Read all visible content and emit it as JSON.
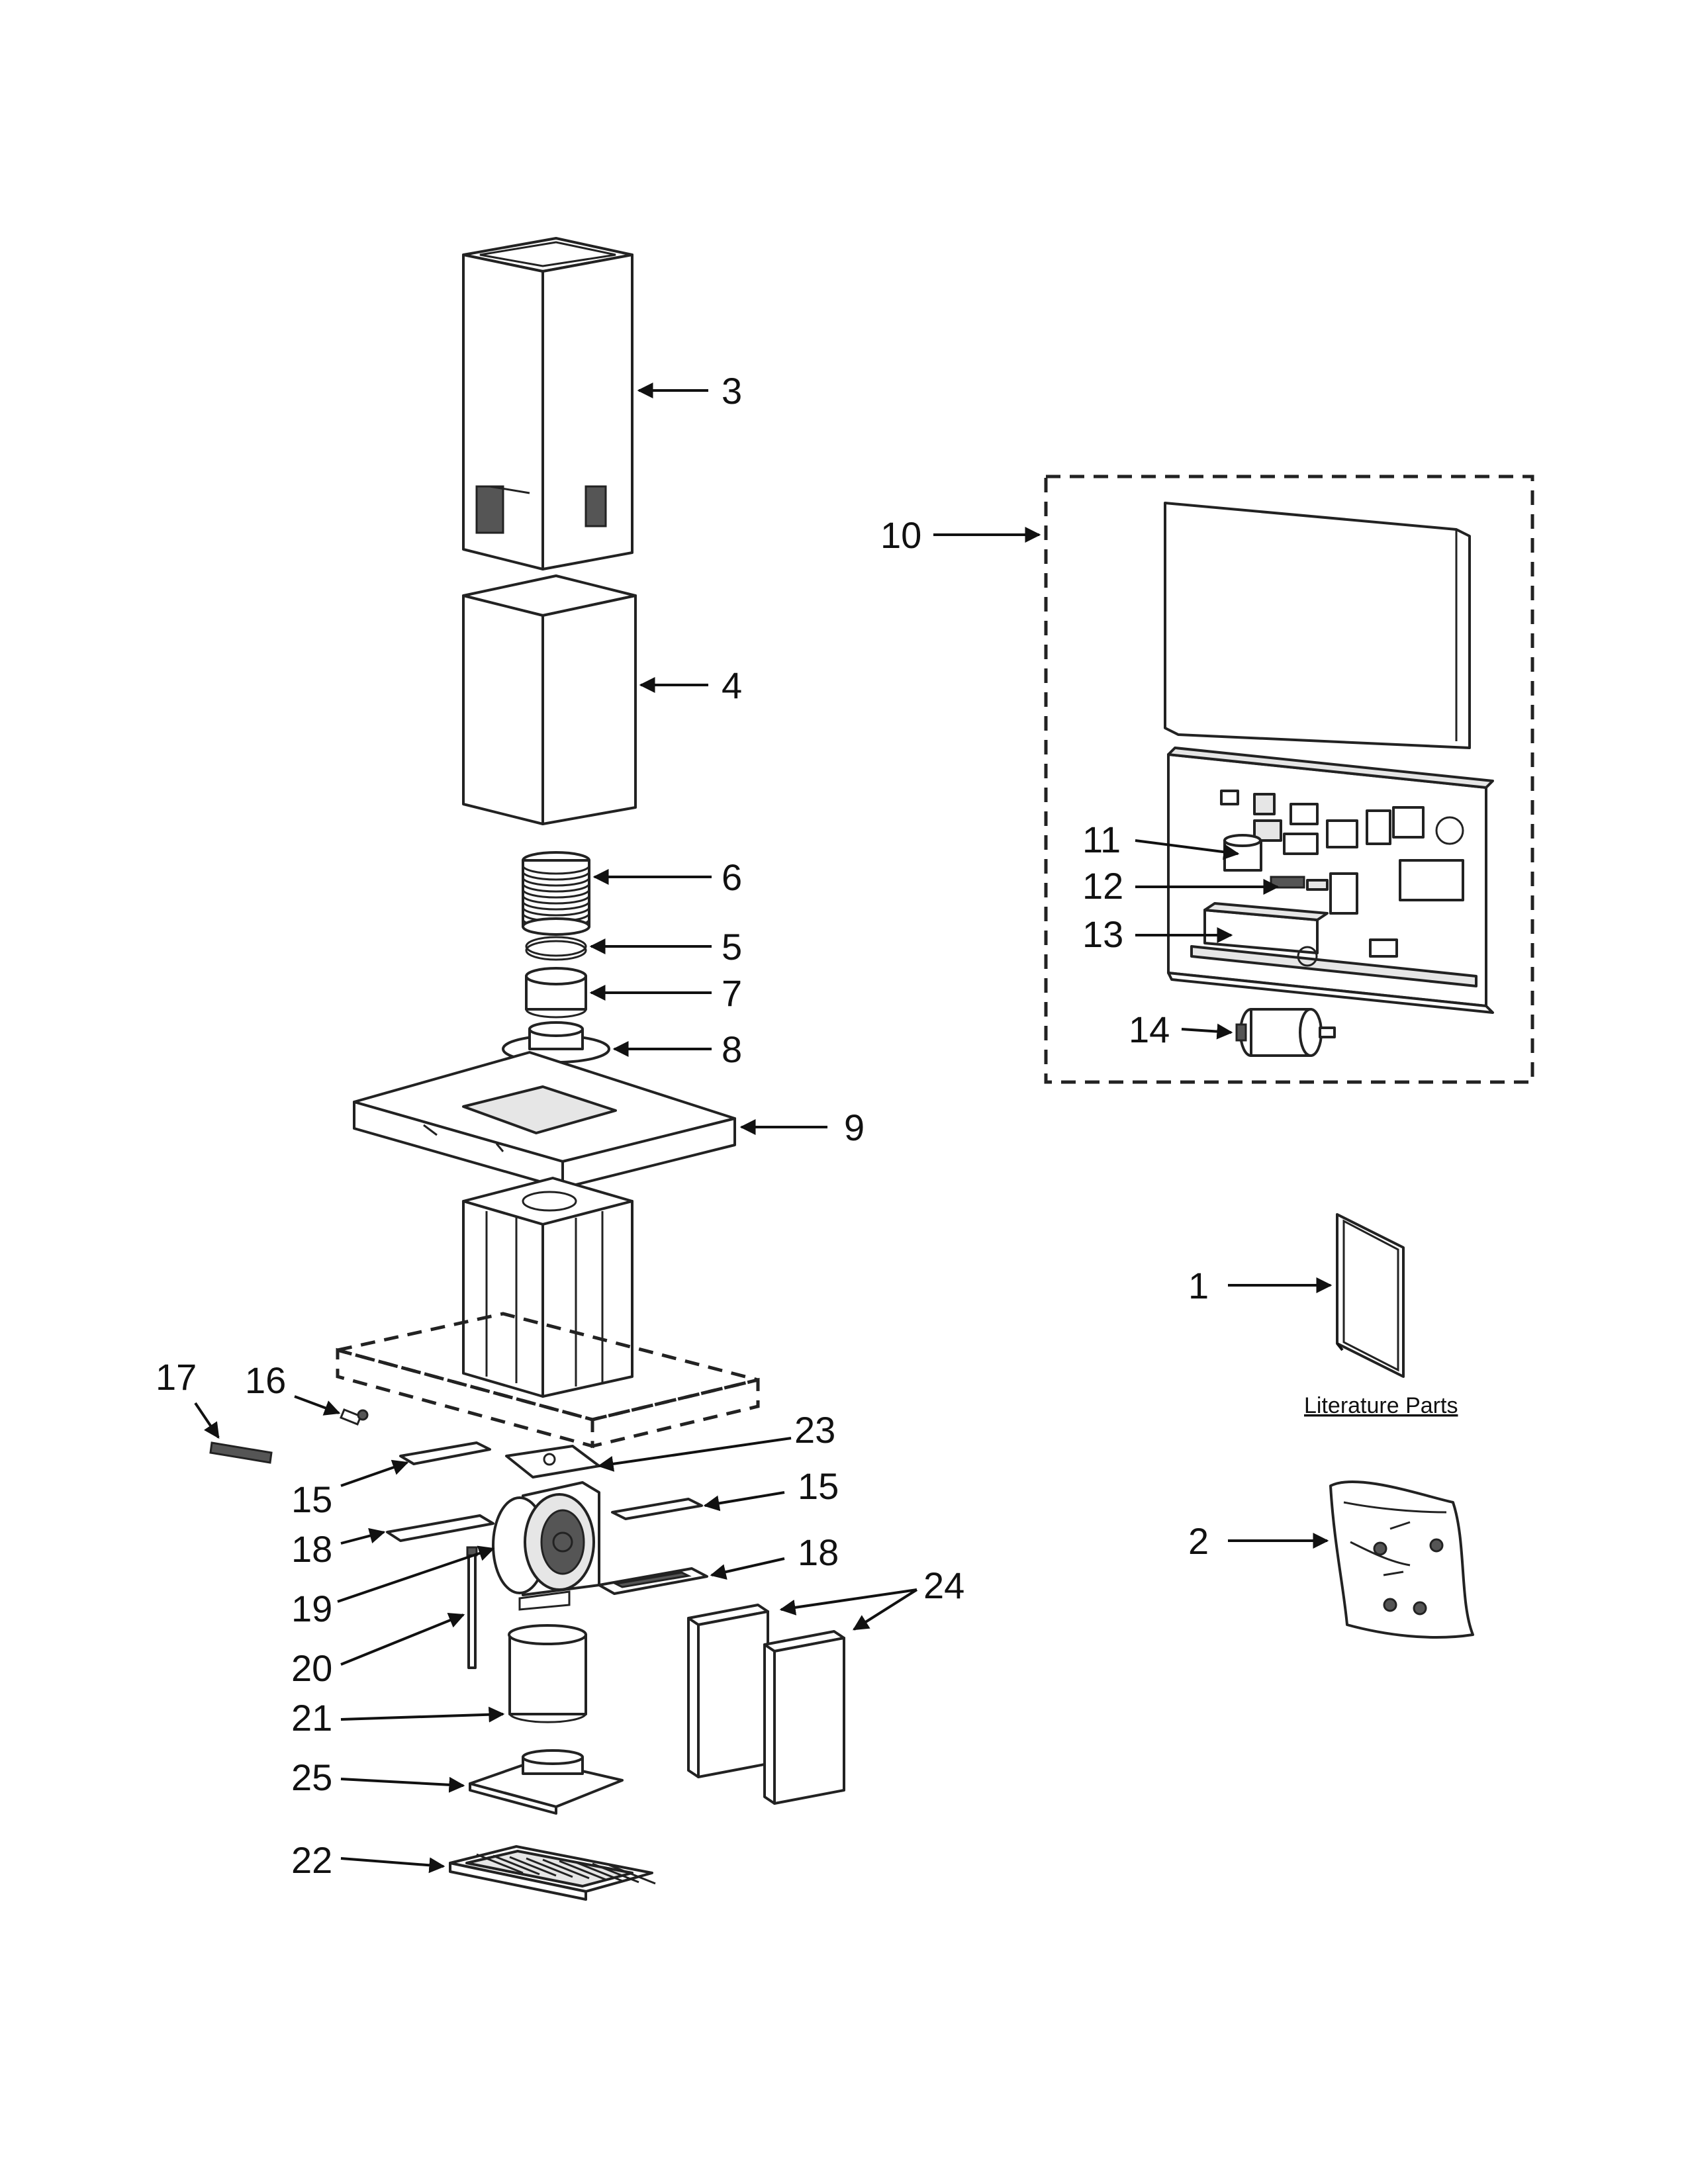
{
  "callouts": {
    "c1": "1",
    "c2": "2",
    "c3": "3",
    "c4": "4",
    "c5": "5",
    "c6": "6",
    "c7": "7",
    "c8": "8",
    "c9": "9",
    "c10": "10",
    "c11": "11",
    "c12": "12",
    "c13": "13",
    "c14": "14",
    "c15a": "15",
    "c15b": "15",
    "c16": "16",
    "c17": "17",
    "c18a": "18",
    "c18b": "18",
    "c19": "19",
    "c20": "20",
    "c21": "21",
    "c22": "22",
    "c23": "23",
    "c24": "24",
    "c25": "25"
  },
  "literature_label": "Literature Parts"
}
